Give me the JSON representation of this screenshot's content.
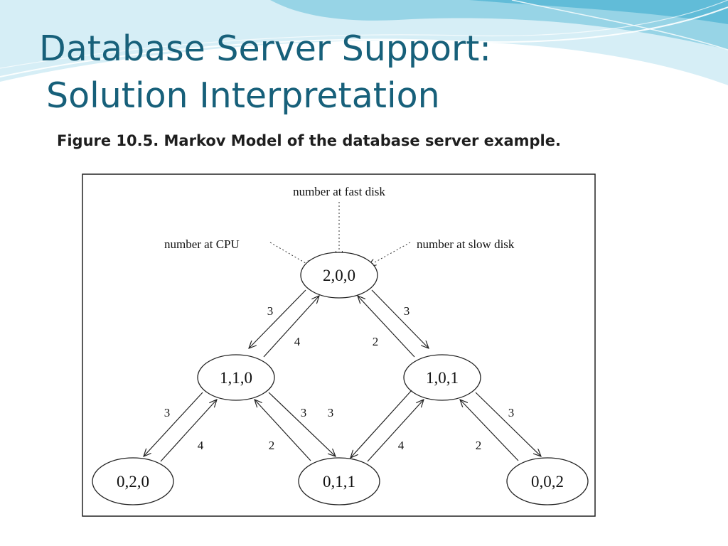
{
  "slide": {
    "title_line1": "Database Server Support:",
    "title_line2": "Solution Interpretation"
  },
  "figure": {
    "caption": "Figure 10.5. Markov Model of the database server example."
  },
  "diagram": {
    "annotations": {
      "fast_disk": "number at fast disk",
      "cpu": "number at CPU",
      "slow_disk": "number at slow disk"
    },
    "states": [
      {
        "id": "s200",
        "label": "2,0,0"
      },
      {
        "id": "s110",
        "label": "1,1,0"
      },
      {
        "id": "s101",
        "label": "1,0,1"
      },
      {
        "id": "s020",
        "label": "0,2,0"
      },
      {
        "id": "s011",
        "label": "0,1,1"
      },
      {
        "id": "s002",
        "label": "0,0,2"
      }
    ],
    "transitions": [
      {
        "from": "2,0,0",
        "to": "1,1,0",
        "rate": "3"
      },
      {
        "from": "1,1,0",
        "to": "2,0,0",
        "rate": "4"
      },
      {
        "from": "2,0,0",
        "to": "1,0,1",
        "rate": "3"
      },
      {
        "from": "1,0,1",
        "to": "2,0,0",
        "rate": "2"
      },
      {
        "from": "1,1,0",
        "to": "0,2,0",
        "rate": "3"
      },
      {
        "from": "0,2,0",
        "to": "1,1,0",
        "rate": "4"
      },
      {
        "from": "1,1,0",
        "to": "0,1,1",
        "rate": "3"
      },
      {
        "from": "0,1,1",
        "to": "1,1,0",
        "rate": "2"
      },
      {
        "from": "1,0,1",
        "to": "0,1,1",
        "rate": "3"
      },
      {
        "from": "0,1,1",
        "to": "1,0,1",
        "rate": "4"
      },
      {
        "from": "1,0,1",
        "to": "0,0,2",
        "rate": "3"
      },
      {
        "from": "0,0,2",
        "to": "1,0,1",
        "rate": "2"
      }
    ]
  },
  "colors": {
    "title": "#17607a",
    "wave_light": "#d6eef6",
    "wave_mid": "#8ccfe3",
    "wave_dark": "#5bb9d6"
  }
}
